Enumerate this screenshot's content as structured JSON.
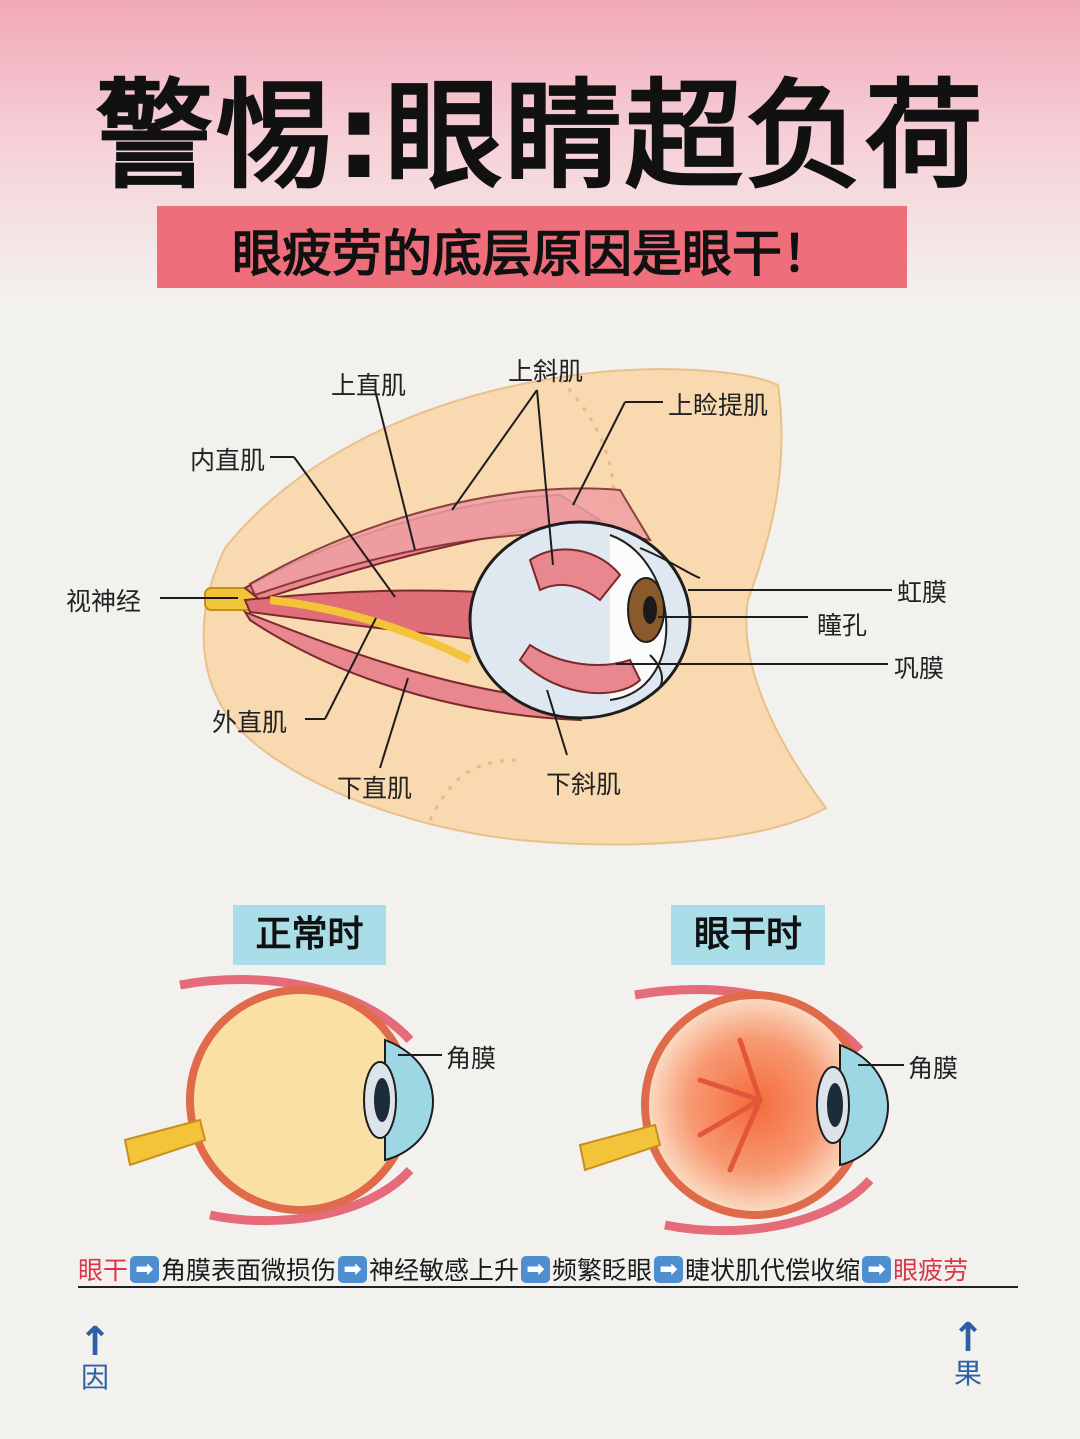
{
  "title": "警惕:眼睛超负荷",
  "subtitle": "眼疲劳的底层原因是眼干！",
  "anatomy_labels": {
    "superior_rectus": "上直肌",
    "superior_oblique": "上斜肌",
    "levator": "上睑提肌",
    "medial_rectus": "内直肌",
    "optic_nerve": "视神经",
    "iris": "虹膜",
    "pupil": "瞳孔",
    "sclera": "巩膜",
    "lateral_rectus": "外直肌",
    "inferior_rectus": "下直肌",
    "inferior_oblique": "下斜肌"
  },
  "comparison": {
    "normal": {
      "tag": "正常时",
      "cornea_label": "角膜"
    },
    "dry": {
      "tag": "眼干时",
      "cornea_label": "角膜"
    }
  },
  "chain": [
    {
      "text": "眼干",
      "highlight": true
    },
    {
      "text": "角膜表面微损伤",
      "highlight": false
    },
    {
      "text": "神经敏感上升",
      "highlight": false
    },
    {
      "text": "频繁眨眼",
      "highlight": false
    },
    {
      "text": "睫状肌代偿收缩",
      "highlight": false
    },
    {
      "text": "眼疲劳",
      "highlight": true
    }
  ],
  "chain_arrow": "➡",
  "cause_label": "因",
  "effect_label": "果",
  "up_arrow": "↑",
  "colors": {
    "accent_red": "#d9364a",
    "subtitle_bg": "#ef6e7b",
    "tag_bg": "#a9dde8",
    "arrow_blue": "#4f8fd0"
  }
}
